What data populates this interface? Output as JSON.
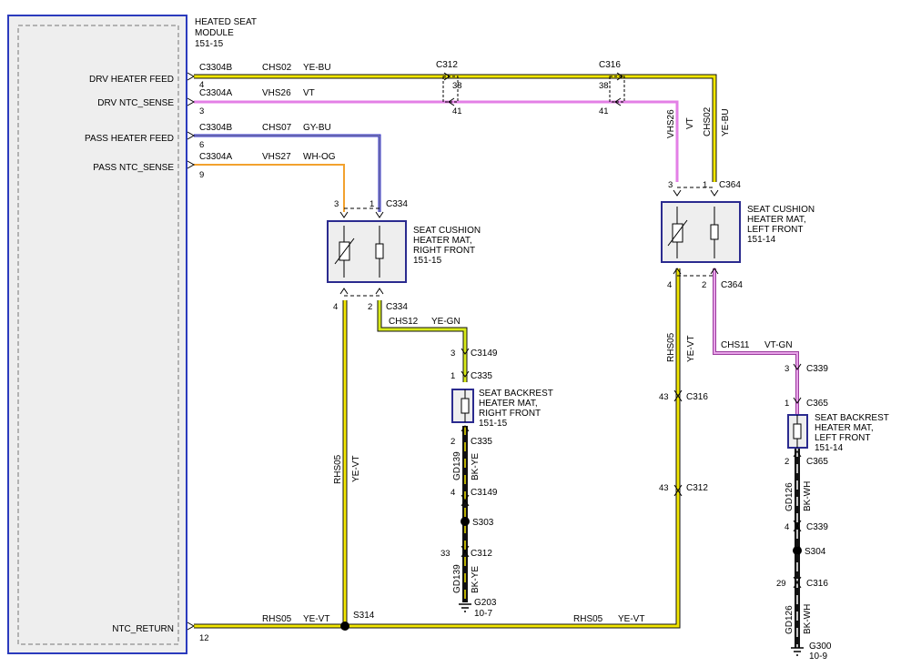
{
  "module": {
    "title_lines": [
      "HEATED SEAT",
      "MODULE",
      "151-15"
    ],
    "pins": [
      {
        "label": "DRV HEATER FEED",
        "connector": "C3304B",
        "pin": "4"
      },
      {
        "label": "DRV NTC_SENSE",
        "connector": "C3304A",
        "pin": "3"
      },
      {
        "label": "PASS HEATER FEED",
        "connector": "C3304B",
        "pin": "6"
      },
      {
        "label": "PASS NTC_SENSE",
        "connector": "C3304A",
        "pin": "9"
      },
      {
        "label": "NTC_RETURN",
        "connector": "",
        "pin": "12"
      }
    ]
  },
  "wires": [
    {
      "circuit": "CHS02",
      "color": "YE-BU"
    },
    {
      "circuit": "VHS26",
      "color": "VT"
    },
    {
      "circuit": "CHS07",
      "color": "GY-BU"
    },
    {
      "circuit": "VHS27",
      "color": "WH-OG"
    },
    {
      "circuit": "CHS12",
      "color": "YE-GN"
    },
    {
      "circuit": "CHS11",
      "color": "VT-GN"
    },
    {
      "circuit": "RHS05",
      "color": "YE-VT"
    },
    {
      "circuit": "GD139",
      "color": "BK-YE"
    },
    {
      "circuit": "GD126",
      "color": "BK-WH"
    }
  ],
  "components": {
    "rf_cushion": [
      "SEAT CUSHION",
      "HEATER MAT,",
      "RIGHT FRONT",
      "151-15"
    ],
    "lf_cushion": [
      "SEAT CUSHION",
      "HEATER MAT,",
      "LEFT FRONT",
      "151-14"
    ],
    "rf_backrest": [
      "SEAT BACKREST",
      "HEATER MAT,",
      "RIGHT FRONT",
      "151-15"
    ],
    "lf_backrest": [
      "SEAT BACKREST",
      "HEATER MAT,",
      "LEFT FRONT",
      "151-14"
    ]
  },
  "connectors": {
    "c312": "C312",
    "c316": "C316",
    "c334": "C334",
    "c364": "C364",
    "c3149": "C3149",
    "c335": "C335",
    "c339": "C339",
    "c365": "C365"
  },
  "pin_numbers": {
    "p38": "38",
    "p41": "41",
    "p1": "1",
    "p2": "2",
    "p3": "3",
    "p4": "4",
    "p29": "29",
    "p33": "33",
    "p43": "43"
  },
  "splices": {
    "s314": "S314",
    "s303": "S303",
    "s304": "S304"
  },
  "grounds": {
    "g203": [
      "G203",
      "10-7"
    ],
    "g300": [
      "G300",
      "10-9"
    ]
  },
  "wire_colors_hex": {
    "YE": "#f2e600",
    "BU": "#2a2acb",
    "VT": "#e37fe6",
    "GY": "#9a9a9a",
    "WH": "#ffffff",
    "OG": "#f2a12e",
    "GN": "#5aa832",
    "BK": "#111111"
  }
}
